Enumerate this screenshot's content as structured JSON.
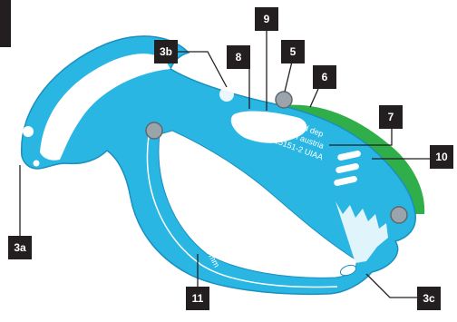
{
  "colors": {
    "body": "#29b6e3",
    "body_dark": "#1b8fbf",
    "gate_green": "#2fae4a",
    "label_bg": "#231f20",
    "leader": "#231f20"
  },
  "callouts": {
    "c3a": "3a",
    "c3b": "3b",
    "c3c": "3c",
    "c5": "5",
    "c6": "6",
    "c7": "7",
    "c8": "8",
    "c9": "9",
    "c10": "10",
    "c11": "11"
  },
  "engraving": {
    "line1": "001 mod dep",
    "line2": "made in austria",
    "line3": "EN15151-2 UIAA",
    "rope": "rope ⌀ 8.0 - 11.0 mm"
  }
}
